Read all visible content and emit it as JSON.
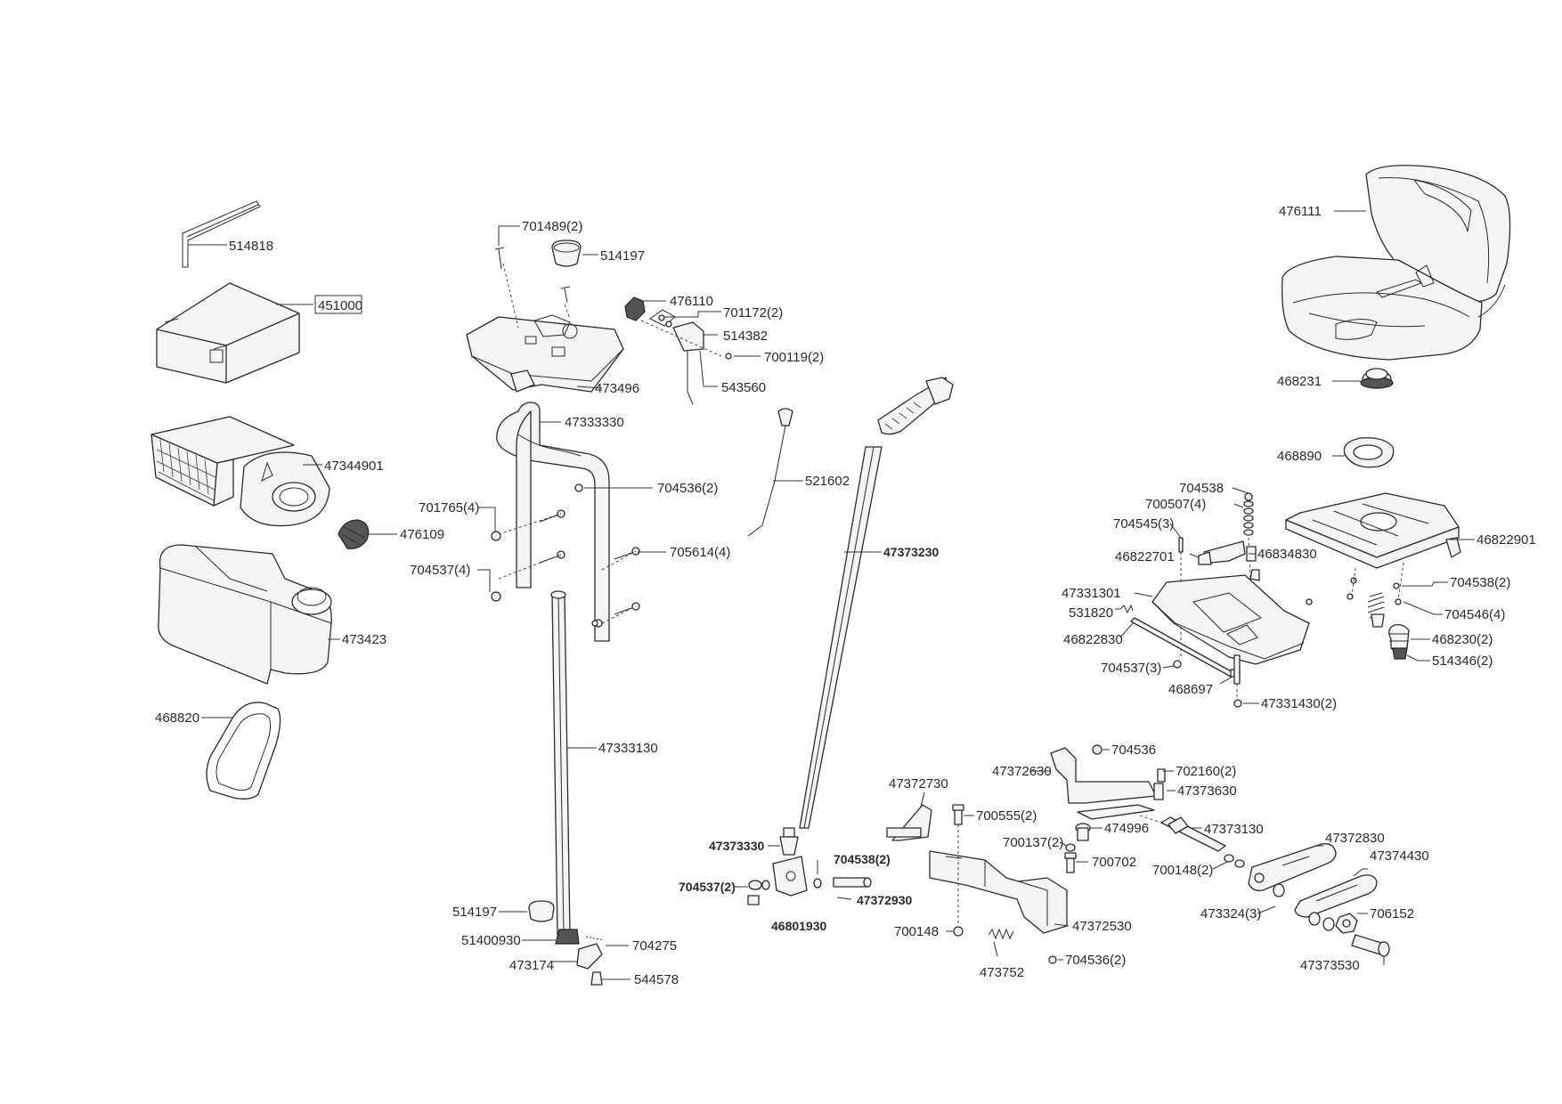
{
  "labels": [
    {
      "id": "l514818",
      "text": "514818"
    },
    {
      "id": "l451000",
      "text": "451000"
    },
    {
      "id": "l47344901",
      "text": "47344901"
    },
    {
      "id": "l476109",
      "text": "476109"
    },
    {
      "id": "l473423",
      "text": "473423"
    },
    {
      "id": "l468820",
      "text": "468820"
    },
    {
      "id": "l701489",
      "text": "701489(2)"
    },
    {
      "id": "l514197a",
      "text": "514197"
    },
    {
      "id": "l476110",
      "text": "476110"
    },
    {
      "id": "l701172",
      "text": "701172(2)"
    },
    {
      "id": "l514382",
      "text": "514382"
    },
    {
      "id": "l700119",
      "text": "700119(2)"
    },
    {
      "id": "l473496",
      "text": "473496"
    },
    {
      "id": "l543560",
      "text": "543560"
    },
    {
      "id": "l47333330",
      "text": "47333330"
    },
    {
      "id": "l704536a",
      "text": "704536(2)"
    },
    {
      "id": "l701765",
      "text": "701765(4)"
    },
    {
      "id": "l705614",
      "text": "705614(4)"
    },
    {
      "id": "l704537a",
      "text": "704537(4)"
    },
    {
      "id": "l521602",
      "text": "521602"
    },
    {
      "id": "l47373230",
      "text": "47373230"
    },
    {
      "id": "l47333130",
      "text": "47333130"
    },
    {
      "id": "l514197b",
      "text": "514197"
    },
    {
      "id": "l51400930",
      "text": "51400930"
    },
    {
      "id": "l704275",
      "text": "704275"
    },
    {
      "id": "l473174",
      "text": "473174"
    },
    {
      "id": "l544578",
      "text": "544578"
    },
    {
      "id": "l47373330",
      "text": "47373330"
    },
    {
      "id": "l704538b",
      "text": "704538(2)"
    },
    {
      "id": "l704537b",
      "text": "704537(2)"
    },
    {
      "id": "l47372930",
      "text": "47372930"
    },
    {
      "id": "l46801930",
      "text": "46801930"
    },
    {
      "id": "l47372730",
      "text": "47372730"
    },
    {
      "id": "l700555",
      "text": "700555(2)"
    },
    {
      "id": "l700137",
      "text": "700137(2)"
    },
    {
      "id": "l700702",
      "text": "700702"
    },
    {
      "id": "l700148a",
      "text": "700148"
    },
    {
      "id": "l47372530",
      "text": "47372530"
    },
    {
      "id": "l473752",
      "text": "473752"
    },
    {
      "id": "l704536c",
      "text": "704536(2)"
    },
    {
      "id": "l47372630",
      "text": "47372630"
    },
    {
      "id": "l704536b",
      "text": "704536"
    },
    {
      "id": "l702160",
      "text": "702160(2)"
    },
    {
      "id": "l47373630",
      "text": "47373630"
    },
    {
      "id": "l474996",
      "text": "474996"
    },
    {
      "id": "l47373130",
      "text": "47373130"
    },
    {
      "id": "l700148b",
      "text": "700148(2)"
    },
    {
      "id": "l47372830",
      "text": "47372830"
    },
    {
      "id": "l47374430",
      "text": "47374430"
    },
    {
      "id": "l473324",
      "text": "473324(3)"
    },
    {
      "id": "l706152",
      "text": "706152"
    },
    {
      "id": "l47373530",
      "text": "47373530"
    },
    {
      "id": "l476111",
      "text": "476111"
    },
    {
      "id": "l468231",
      "text": "468231"
    },
    {
      "id": "l468890",
      "text": "468890"
    },
    {
      "id": "l704538a",
      "text": "704538"
    },
    {
      "id": "l700507",
      "text": "700507(4)"
    },
    {
      "id": "l704545",
      "text": "704545(3)"
    },
    {
      "id": "l46822701",
      "text": "46822701"
    },
    {
      "id": "l46834830",
      "text": "46834830"
    },
    {
      "id": "l46822901",
      "text": "46822901"
    },
    {
      "id": "l47331301",
      "text": "47331301"
    },
    {
      "id": "l531820",
      "text": "531820"
    },
    {
      "id": "l46822830",
      "text": "46822830"
    },
    {
      "id": "l704537c",
      "text": "704537(3)"
    },
    {
      "id": "l468697",
      "text": "468697"
    },
    {
      "id": "l47331430",
      "text": "47331430(2)"
    },
    {
      "id": "l704538c",
      "text": "704538(2)"
    },
    {
      "id": "l704546",
      "text": "704546(4)"
    },
    {
      "id": "l468230",
      "text": "468230(2)"
    },
    {
      "id": "l514346",
      "text": "514346(2)"
    }
  ]
}
